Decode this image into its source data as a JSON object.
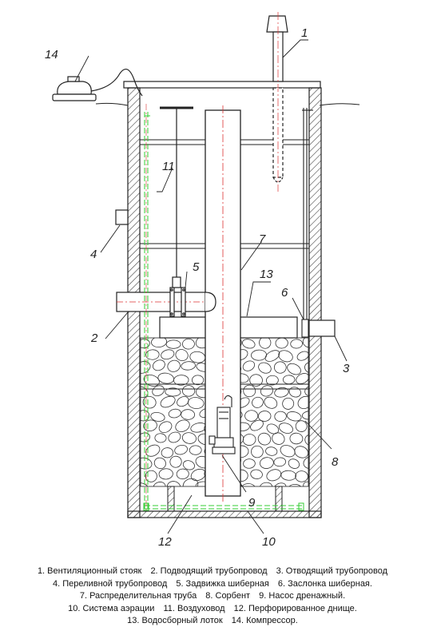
{
  "callouts": {
    "c1": "1",
    "c2": "2",
    "c3": "3",
    "c4": "4",
    "c5": "5",
    "c6": "6",
    "c7": "7",
    "c8": "8",
    "c9": "9",
    "c10": "10",
    "c11": "11",
    "c12": "12",
    "c13": "13",
    "c14": "14"
  },
  "legend": [
    [
      "1. Вентиляционный стояк",
      "2. Подводящий трубопровод",
      "3. Отводящий трубопровод"
    ],
    [
      "4. Переливной трубопровод",
      "5. Задвижка шиберная",
      "6. Заслонка шиберная."
    ],
    [
      "7. Распределительная труба",
      "8. Сорбент",
      "9. Насос дренажный."
    ],
    [
      "10. Система аэрации",
      "11. Воздуховод",
      "12. Перфорированное днище."
    ],
    [
      "13. Водосборный лоток",
      "14. Компрессор."
    ]
  ],
  "colors": {
    "line": "#222222",
    "hatch": "#444444",
    "air": "#33cc33",
    "axis": "#dd3333"
  }
}
